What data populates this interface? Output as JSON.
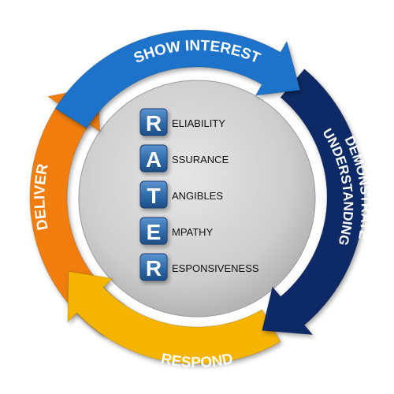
{
  "cycle": {
    "steps": [
      {
        "label": "SHOW INTEREST",
        "color": "#1a73c9"
      },
      {
        "label": "DEMONSTRATE",
        "color": "#0d2b66"
      },
      {
        "label": "UNDERSTANDING",
        "color": "#0d2b66"
      },
      {
        "label": "RESPOND",
        "color": "#f5b400"
      },
      {
        "label": "DELIVER",
        "color": "#f07d0e"
      }
    ]
  },
  "rater": {
    "tile_color": "#2f6aa8",
    "items": [
      {
        "letter": "R",
        "rest": "ELIABILITY"
      },
      {
        "letter": "A",
        "rest": "SSURANCE"
      },
      {
        "letter": "T",
        "rest": "ANGIBLES"
      },
      {
        "letter": "E",
        "rest": "MPATHY"
      },
      {
        "letter": "R",
        "rest": "ESPONSIVENESS"
      }
    ]
  }
}
